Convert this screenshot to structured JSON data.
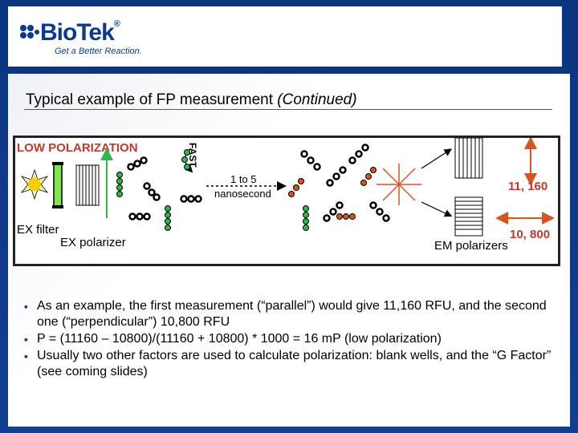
{
  "brand": {
    "name": "BioTek",
    "trademark": "®",
    "tagline": "Get a Better Reaction."
  },
  "slide": {
    "title": "Typical example of FP measurement",
    "title_suffix": "(Continued)"
  },
  "diagram": {
    "heading": "LOW POLARIZATION",
    "fast_label": "FAST",
    "time_line1": "1 to 5",
    "time_line2": "nanosecond",
    "ex_filter": "EX filter",
    "ex_polarizer": "EX polarizer",
    "em_polarizers": "EM polarizers",
    "reading_parallel": "11, 160",
    "reading_perpendicular": "10, 800"
  },
  "bullets": [
    "As an example, the first measurement (“parallel”) would give 11,160 RFU, and the second one (“perpendicular”) 10,800 RFU",
    "P = (11160 – 10800)/(11160 + 10800) * 1000 =  16 mP (low polarization)",
    "Usually two other factors are used to calculate polarization: blank wells, and the “G Factor” (see coming slides)"
  ],
  "colors": {
    "brand_blue": "#0b3b8c",
    "accent_red": "#c0392b",
    "green": "#2fb84a",
    "orange": "#d9541e"
  }
}
